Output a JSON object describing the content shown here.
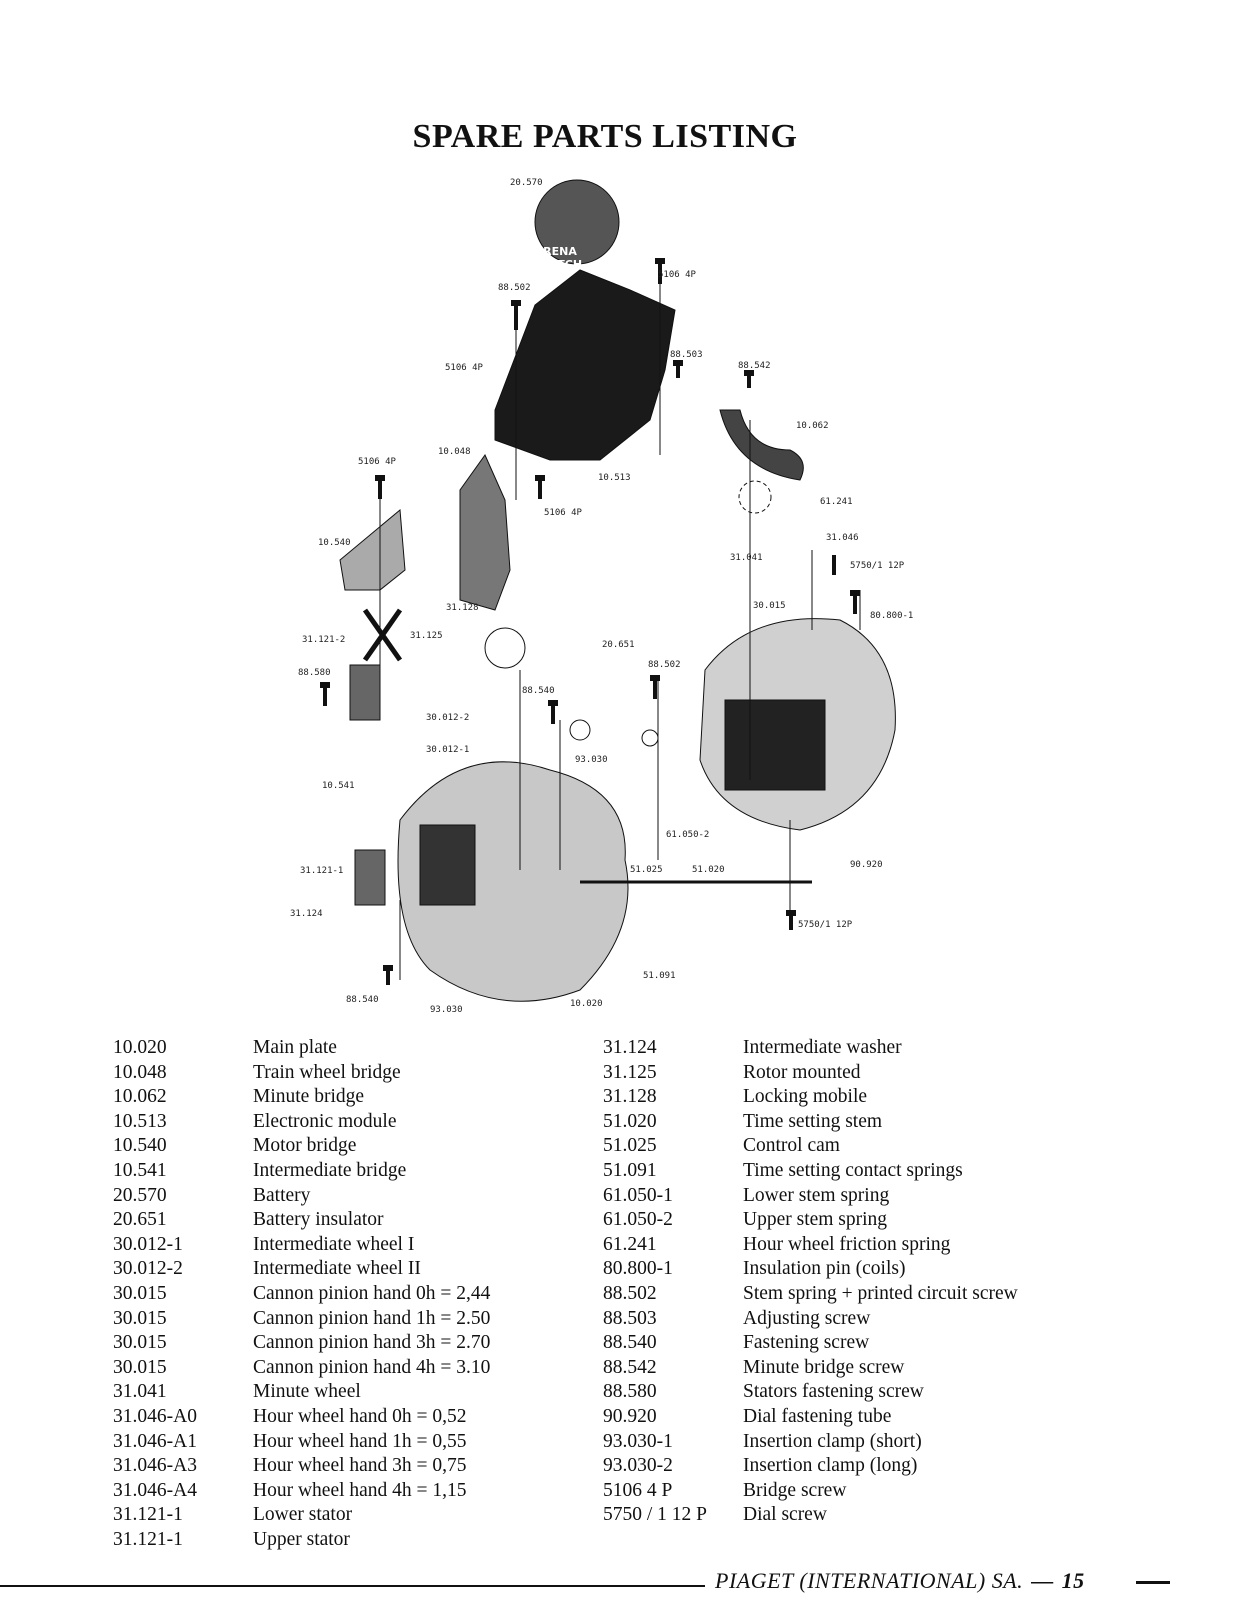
{
  "title": "SPARE PARTS LISTING",
  "diagram_labels": {
    "battery": "20.570",
    "s1": "5106 4P",
    "s2": "88.502",
    "s3": "88.503",
    "s4": "88.542",
    "s5": "5106 4P",
    "s6": "10.062",
    "s7": "10.048",
    "s8": "5106 4P",
    "s9": "10.513",
    "s10": "5106 4P",
    "s11": "61.241",
    "s12": "31.046",
    "s13": "31.041",
    "s14": "5750/1 12P",
    "s15": "10.540",
    "s16": "30.015",
    "s17": "80.800-1",
    "s18": "31.128",
    "s19": "31.121-2",
    "s20": "31.125",
    "s21": "20.651",
    "s22": "88.580",
    "s23": "88.502",
    "s24": "88.540",
    "s25": "30.012-2",
    "s26": "30.012-1",
    "s27": "93.030",
    "s28": "10.541",
    "s29": "61.050-2",
    "s30": "31.121-1",
    "s31": "51.025",
    "s32": "51.020",
    "s33": "90.920",
    "s34": "31.124",
    "s35": "5750/1 12P",
    "s36": "51.091",
    "s37": "88.540",
    "s38": "93.030",
    "s39": "10.020",
    "battery_text_1": "RENA",
    "battery_text_2": "WATCH"
  },
  "parts_left": [
    {
      "code": "10.020",
      "desc": "Main plate"
    },
    {
      "code": "10.048",
      "desc": "Train wheel bridge"
    },
    {
      "code": "10.062",
      "desc": "Minute bridge"
    },
    {
      "code": "10.513",
      "desc": "Electronic module"
    },
    {
      "code": "10.540",
      "desc": "Motor bridge"
    },
    {
      "code": "10.541",
      "desc": "Intermediate bridge"
    },
    {
      "code": "20.570",
      "desc": "Battery"
    },
    {
      "code": "20.651",
      "desc": "Battery insulator"
    },
    {
      "code": "30.012-1",
      "desc": "Intermediate wheel I"
    },
    {
      "code": "30.012-2",
      "desc": "Intermediate wheel II"
    },
    {
      "code": "30.015",
      "desc": "Cannon pinion hand 0h = 2,44"
    },
    {
      "code": "30.015",
      "desc": "Cannon pinion hand 1h = 2.50"
    },
    {
      "code": "30.015",
      "desc": "Cannon pinion hand 3h = 2.70"
    },
    {
      "code": "30.015",
      "desc": "Cannon pinion hand 4h = 3.10"
    },
    {
      "code": "31.041",
      "desc": "Minute wheel"
    },
    {
      "code": "31.046-A0",
      "desc": "Hour wheel hand 0h = 0,52"
    },
    {
      "code": "31.046-A1",
      "desc": "Hour wheel hand 1h = 0,55"
    },
    {
      "code": "31.046-A3",
      "desc": "Hour wheel hand 3h = 0,75"
    },
    {
      "code": "31.046-A4",
      "desc": "Hour wheel hand 4h = 1,15"
    },
    {
      "code": "31.121-1",
      "desc": "Lower stator"
    },
    {
      "code": "31.121-1",
      "desc": "Upper stator"
    }
  ],
  "parts_right": [
    {
      "code": "31.124",
      "desc": "Intermediate washer"
    },
    {
      "code": "31.125",
      "desc": "Rotor mounted"
    },
    {
      "code": "31.128",
      "desc": "Locking mobile"
    },
    {
      "code": "51.020",
      "desc": "Time setting stem"
    },
    {
      "code": "51.025",
      "desc": "Control cam"
    },
    {
      "code": "51.091",
      "desc": "Time setting contact springs"
    },
    {
      "code": "61.050-1",
      "desc": "Lower stem spring"
    },
    {
      "code": "61.050-2",
      "desc": "Upper stem spring"
    },
    {
      "code": "61.241",
      "desc": "Hour wheel friction spring"
    },
    {
      "code": "80.800-1",
      "desc": "Insulation pin (coils)"
    },
    {
      "code": "88.502",
      "desc": "Stem spring + printed circuit screw"
    },
    {
      "code": "88.503",
      "desc": "Adjusting screw"
    },
    {
      "code": "88.540",
      "desc": "Fastening screw"
    },
    {
      "code": "88.542",
      "desc": "Minute bridge screw"
    },
    {
      "code": "88.580",
      "desc": "Stators fastening screw"
    },
    {
      "code": "90.920",
      "desc": "Dial fastening tube"
    },
    {
      "code": "93.030-1",
      "desc": "Insertion clamp (short)"
    },
    {
      "code": "93.030-2",
      "desc": "Insertion clamp (long)"
    },
    {
      "code": "5106 4 P",
      "desc": "Bridge screw"
    },
    {
      "code": "5750 / 1 12 P",
      "desc": "Dial screw"
    }
  ],
  "footer": {
    "company": "PIAGET (INTERNATIONAL) SA.",
    "separator": "—",
    "page": "15"
  }
}
